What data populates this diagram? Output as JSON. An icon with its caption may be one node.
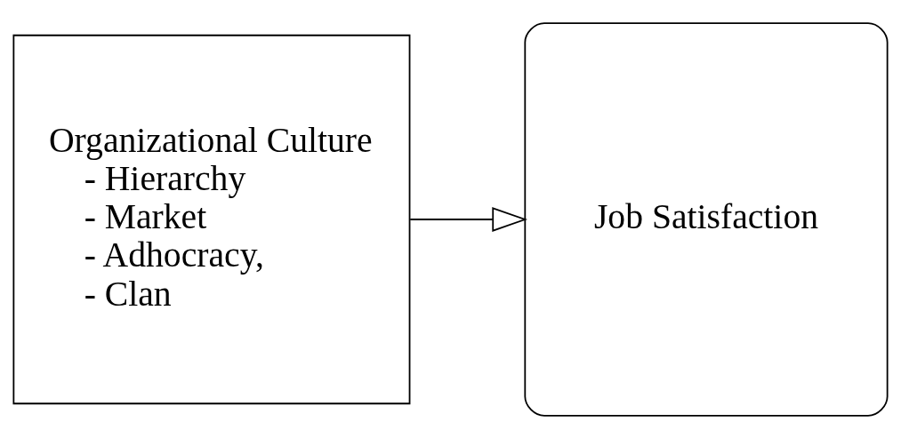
{
  "diagram": {
    "nodes": [
      {
        "text": [
          "Organizational Culture",
          "- Hierarchy",
          "- Market",
          "- Adhocracy,",
          "- Clan"
        ]
      },
      {
        "text": [
          "Job Satisfaction"
        ]
      }
    ],
    "edges": [
      {
        "from": 0,
        "to": 1,
        "arrow": "to"
      }
    ]
  }
}
